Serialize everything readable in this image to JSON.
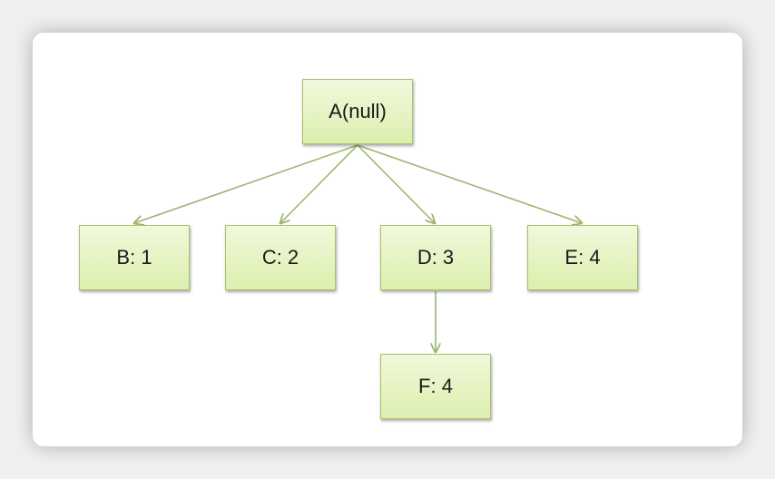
{
  "nodes": {
    "a": "A(null)",
    "b": "B: 1",
    "c": "C: 2",
    "d": "D: 3",
    "e": "E: 4",
    "f": "F: 4"
  },
  "colors": {
    "node_fill_top": "#f1f8dc",
    "node_fill_bottom": "#dcefae",
    "node_border": "#a9c26a",
    "edge": "#9cb56d"
  }
}
